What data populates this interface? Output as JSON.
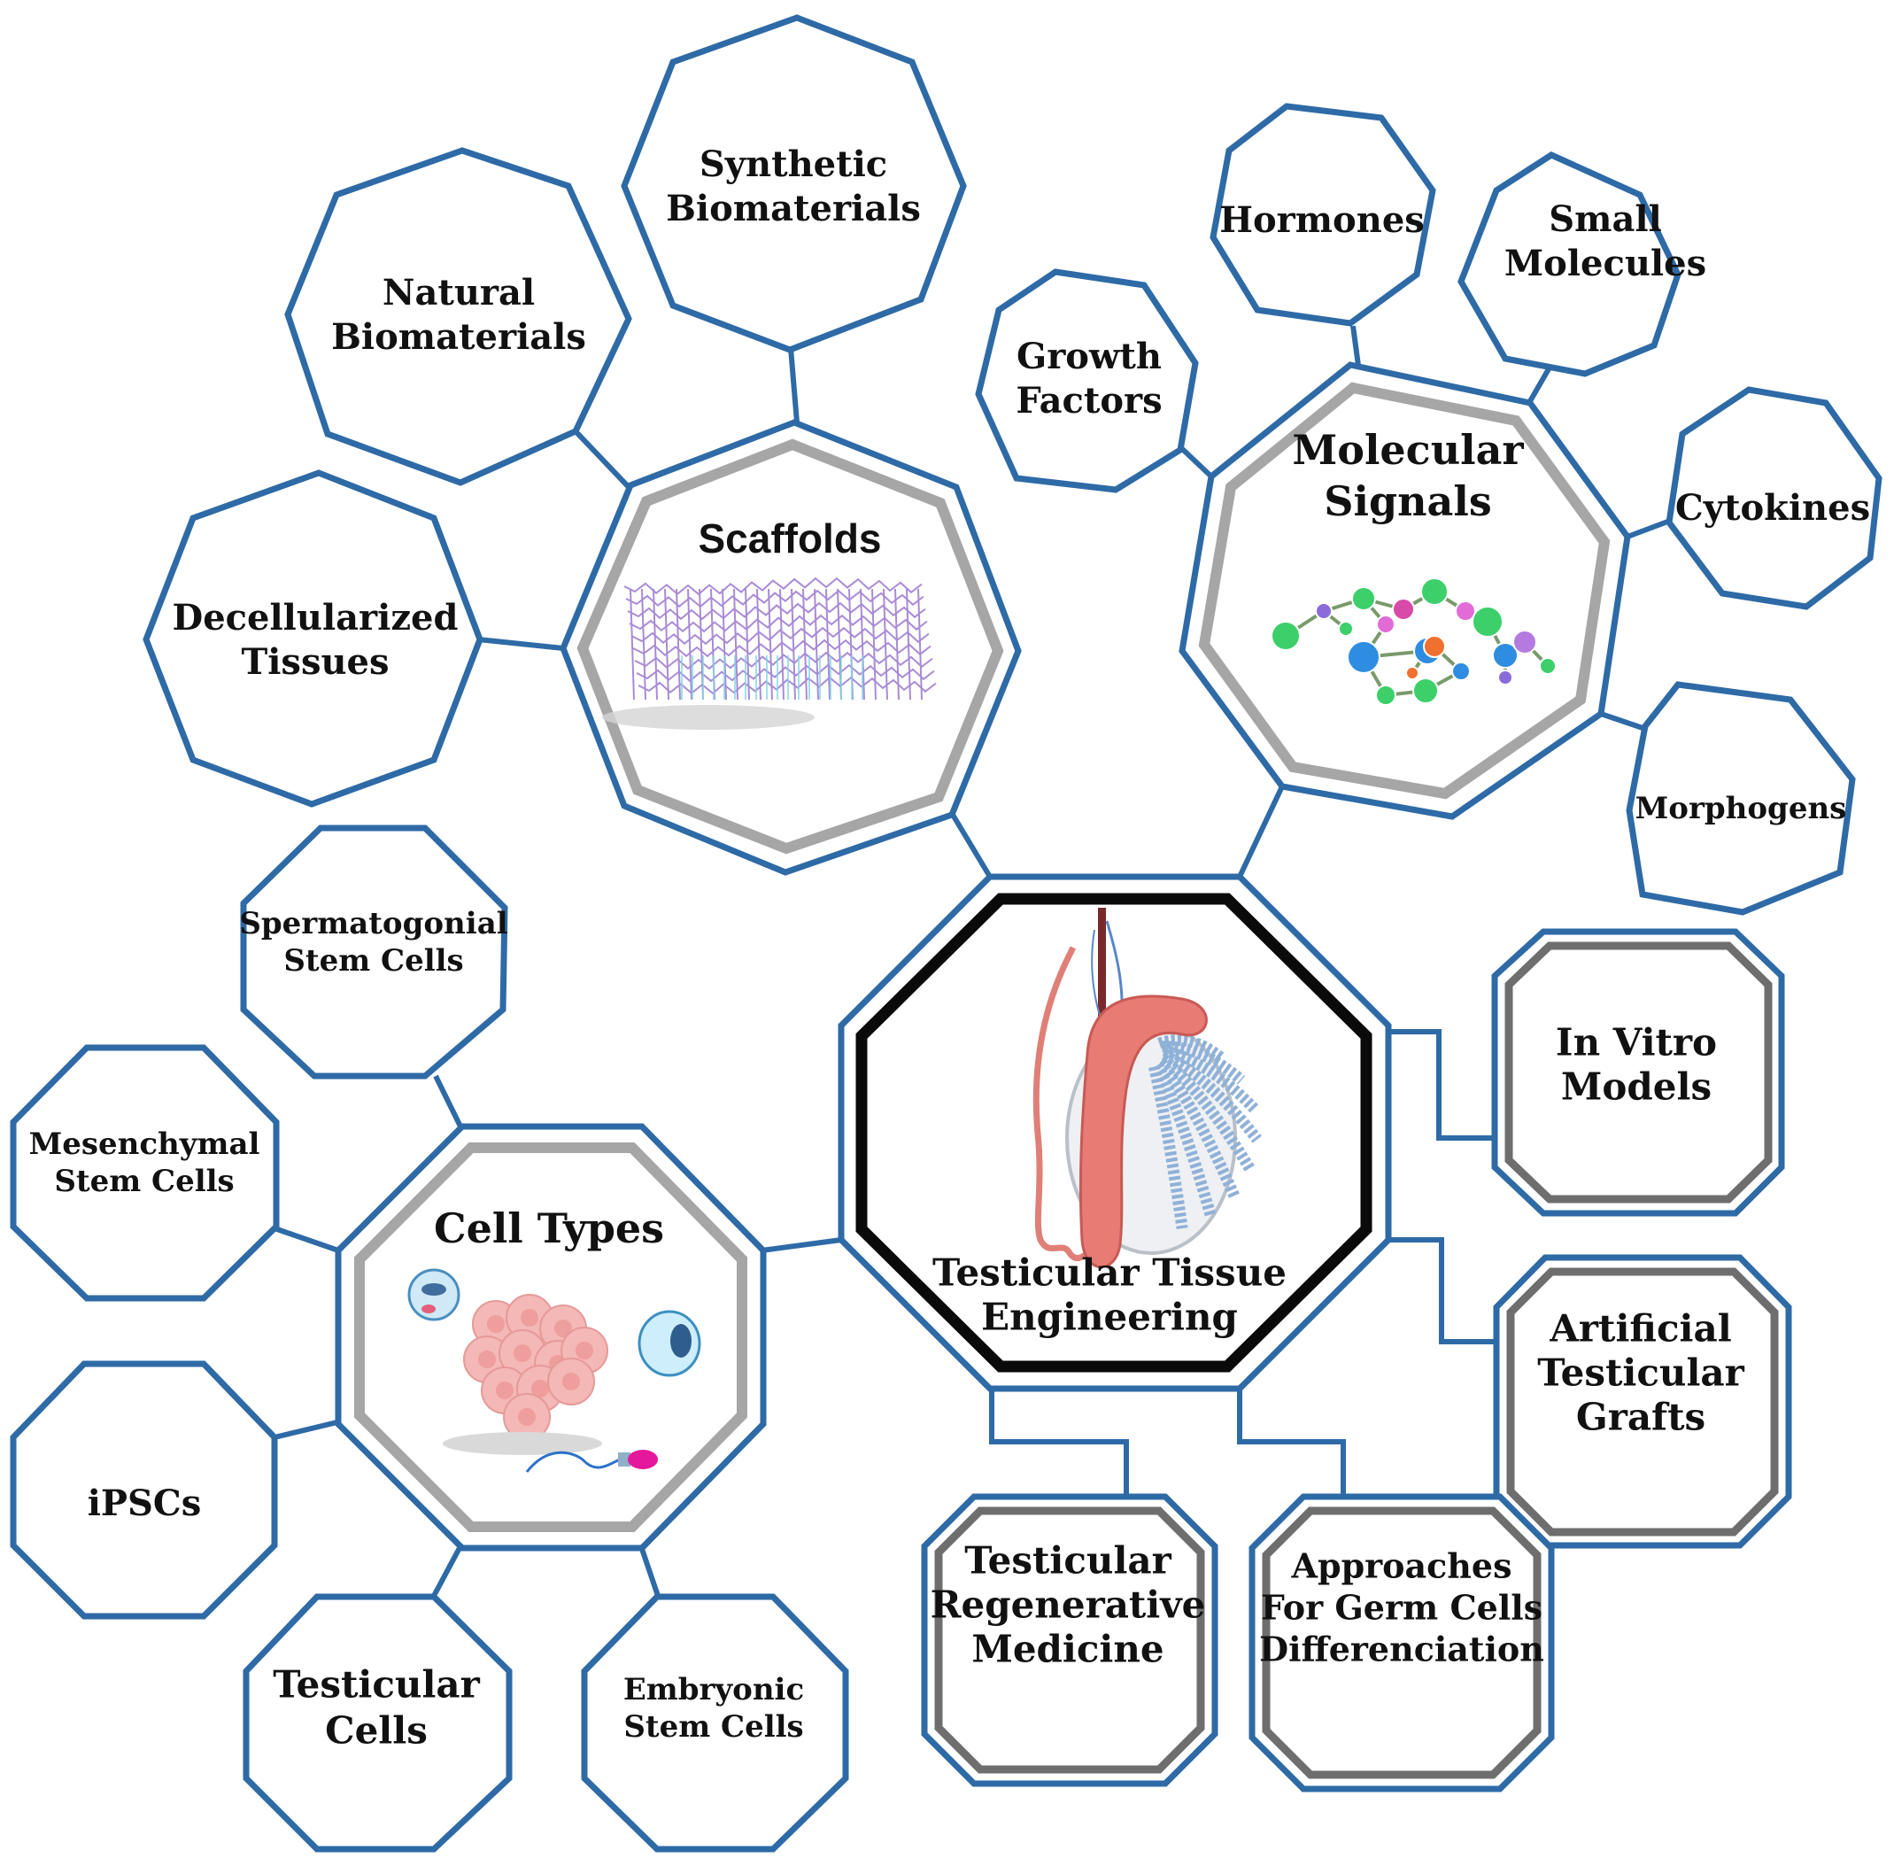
{
  "colors": {
    "outline": "#2e6aa6",
    "hub_ring": "#a6a6a6",
    "application_ring": "#6e6e6e",
    "center_ring": "#0a0a0a"
  },
  "center": {
    "label_lines": [
      "Testicular Tissue",
      "Engineering"
    ],
    "icon": "testis-anatomy-illustration"
  },
  "hubs": {
    "scaffolds": {
      "label_lines": [
        "Scaffolds"
      ],
      "icon": "scaffold-mesh-illustration"
    },
    "molecular_signals": {
      "label_lines": [
        "Molecular",
        "Signals"
      ],
      "icon": "molecule-network-illustration"
    },
    "cell_types": {
      "label_lines": [
        "Cell Types"
      ],
      "icon": "cells-illustration"
    }
  },
  "scaffold_items": {
    "synthetic": [
      "Synthetic",
      "Biomaterials"
    ],
    "natural": [
      "Natural",
      "Biomaterials"
    ],
    "decellularized": [
      "Decellularized",
      "Tissues"
    ]
  },
  "signal_items": {
    "growth_factors": [
      "Growth",
      "Factors"
    ],
    "hormones": [
      "Hormones"
    ],
    "small_molecules": [
      "Small",
      "Molecules"
    ],
    "cytokines": [
      "Cytokines"
    ],
    "morphogens": [
      "Morphogens"
    ]
  },
  "cell_items": {
    "spermatogonial": [
      "Spermatogonial",
      "Stem Cells"
    ],
    "mesenchymal": [
      "Mesenchymal",
      "Stem Cells"
    ],
    "ipscs": [
      "iPSCs"
    ],
    "testicular_cells": [
      "Testicular",
      "Cells"
    ],
    "embryonic": [
      "Embryonic",
      "Stem Cells"
    ]
  },
  "applications": {
    "in_vitro": [
      "In Vitro",
      "Models"
    ],
    "grafts": [
      "Artificial",
      "Testicular",
      "Grafts"
    ],
    "germ_cells": [
      "Approaches",
      "For Germ Cells",
      "Differenciation"
    ],
    "regenerative": [
      "Testicular",
      "Regenerative",
      "Medicine"
    ]
  }
}
